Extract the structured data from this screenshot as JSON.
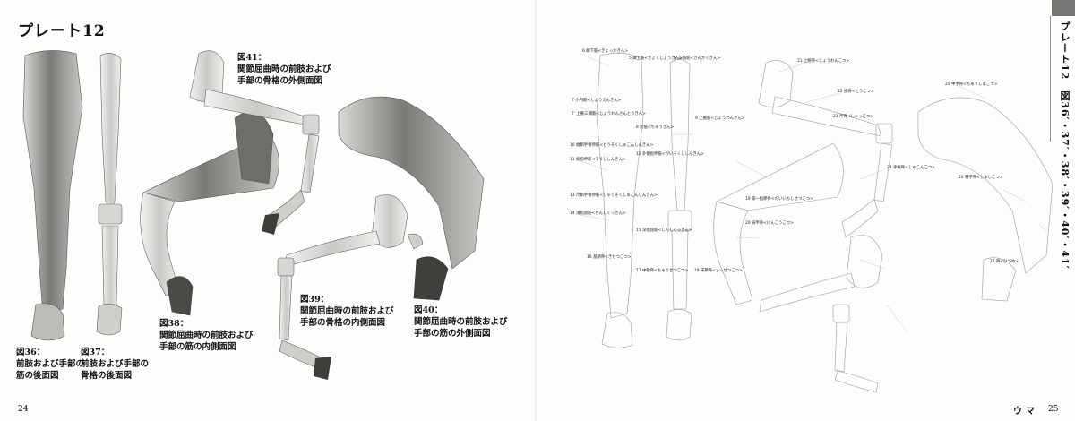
{
  "left_page": {
    "plate_title": "プレート12",
    "folio": "24",
    "captions": [
      {
        "id": "fig36",
        "num": "図36：",
        "lines": [
          "前肢および手部の",
          "筋の後面図"
        ]
      },
      {
        "id": "fig37",
        "num": "図37：",
        "lines": [
          "前肢および手部の",
          "骨格の後面図"
        ]
      },
      {
        "id": "fig38",
        "num": "図38：",
        "lines": [
          "関節屈曲時の前肢および",
          "手部の筋の内側面図"
        ]
      },
      {
        "id": "fig39",
        "num": "図39：",
        "lines": [
          "関節屈曲時の前肢および",
          "手部の骨格の内側面図"
        ]
      },
      {
        "id": "fig40",
        "num": "図40：",
        "lines": [
          "関節屈曲時の前肢および",
          "手部の筋の外側面図"
        ]
      },
      {
        "id": "fig41",
        "num": "図41：",
        "lines": [
          "関節屈曲時の前肢および",
          "手部の骨格の外側面図"
        ]
      }
    ]
  },
  "right_page": {
    "folio": "25",
    "running_head": "ウマ",
    "vertical_title": "プレート12　図36′・37′・38′・39′・40′・41′",
    "labels": [
      "6 棘下筋<きょっかきん>",
      "5 棘上筋<きょくじょうきん>",
      "5' 三角筋<さんかくきん>",
      "7 小円筋<しょうえんきん>",
      "7' 上腕三頭筋<じょうわんさんとうきん>",
      "8 肘筋<ちゅうきん>",
      "9 上腕筋<じょうわんきん>",
      "10 橈側手根伸筋<とうそくしゅこんしんきん>",
      "11 総指伸筋<そうししんきん>",
      "12 外側指伸筋<がいそくししんきん>",
      "13 尺側手根伸筋<しゃくそくしゅこんしんきん>",
      "14 浅指屈筋<せんしくっきん>",
      "15 深指屈筋<しんしくっきん>",
      "16 基節骨<きせつこつ>",
      "17 中節骨<ちゅうせつこつ>",
      "18 末節骨<まっせつこつ>",
      "19 第一指節骨<だいいちしせつこつ>",
      "20 肩甲骨<けんこうこつ>",
      "21 上腕骨<じょうわんこつ>",
      "22 橈骨<とうこつ>",
      "23 尺骨<しゃっこつ>",
      "24 手根骨<しゅこんこつ>",
      "25 中手骨<ちゅうしゅこつ>",
      "26 種子骨<しゅしこつ>",
      "27 蹄<ひづめ>"
    ]
  }
}
